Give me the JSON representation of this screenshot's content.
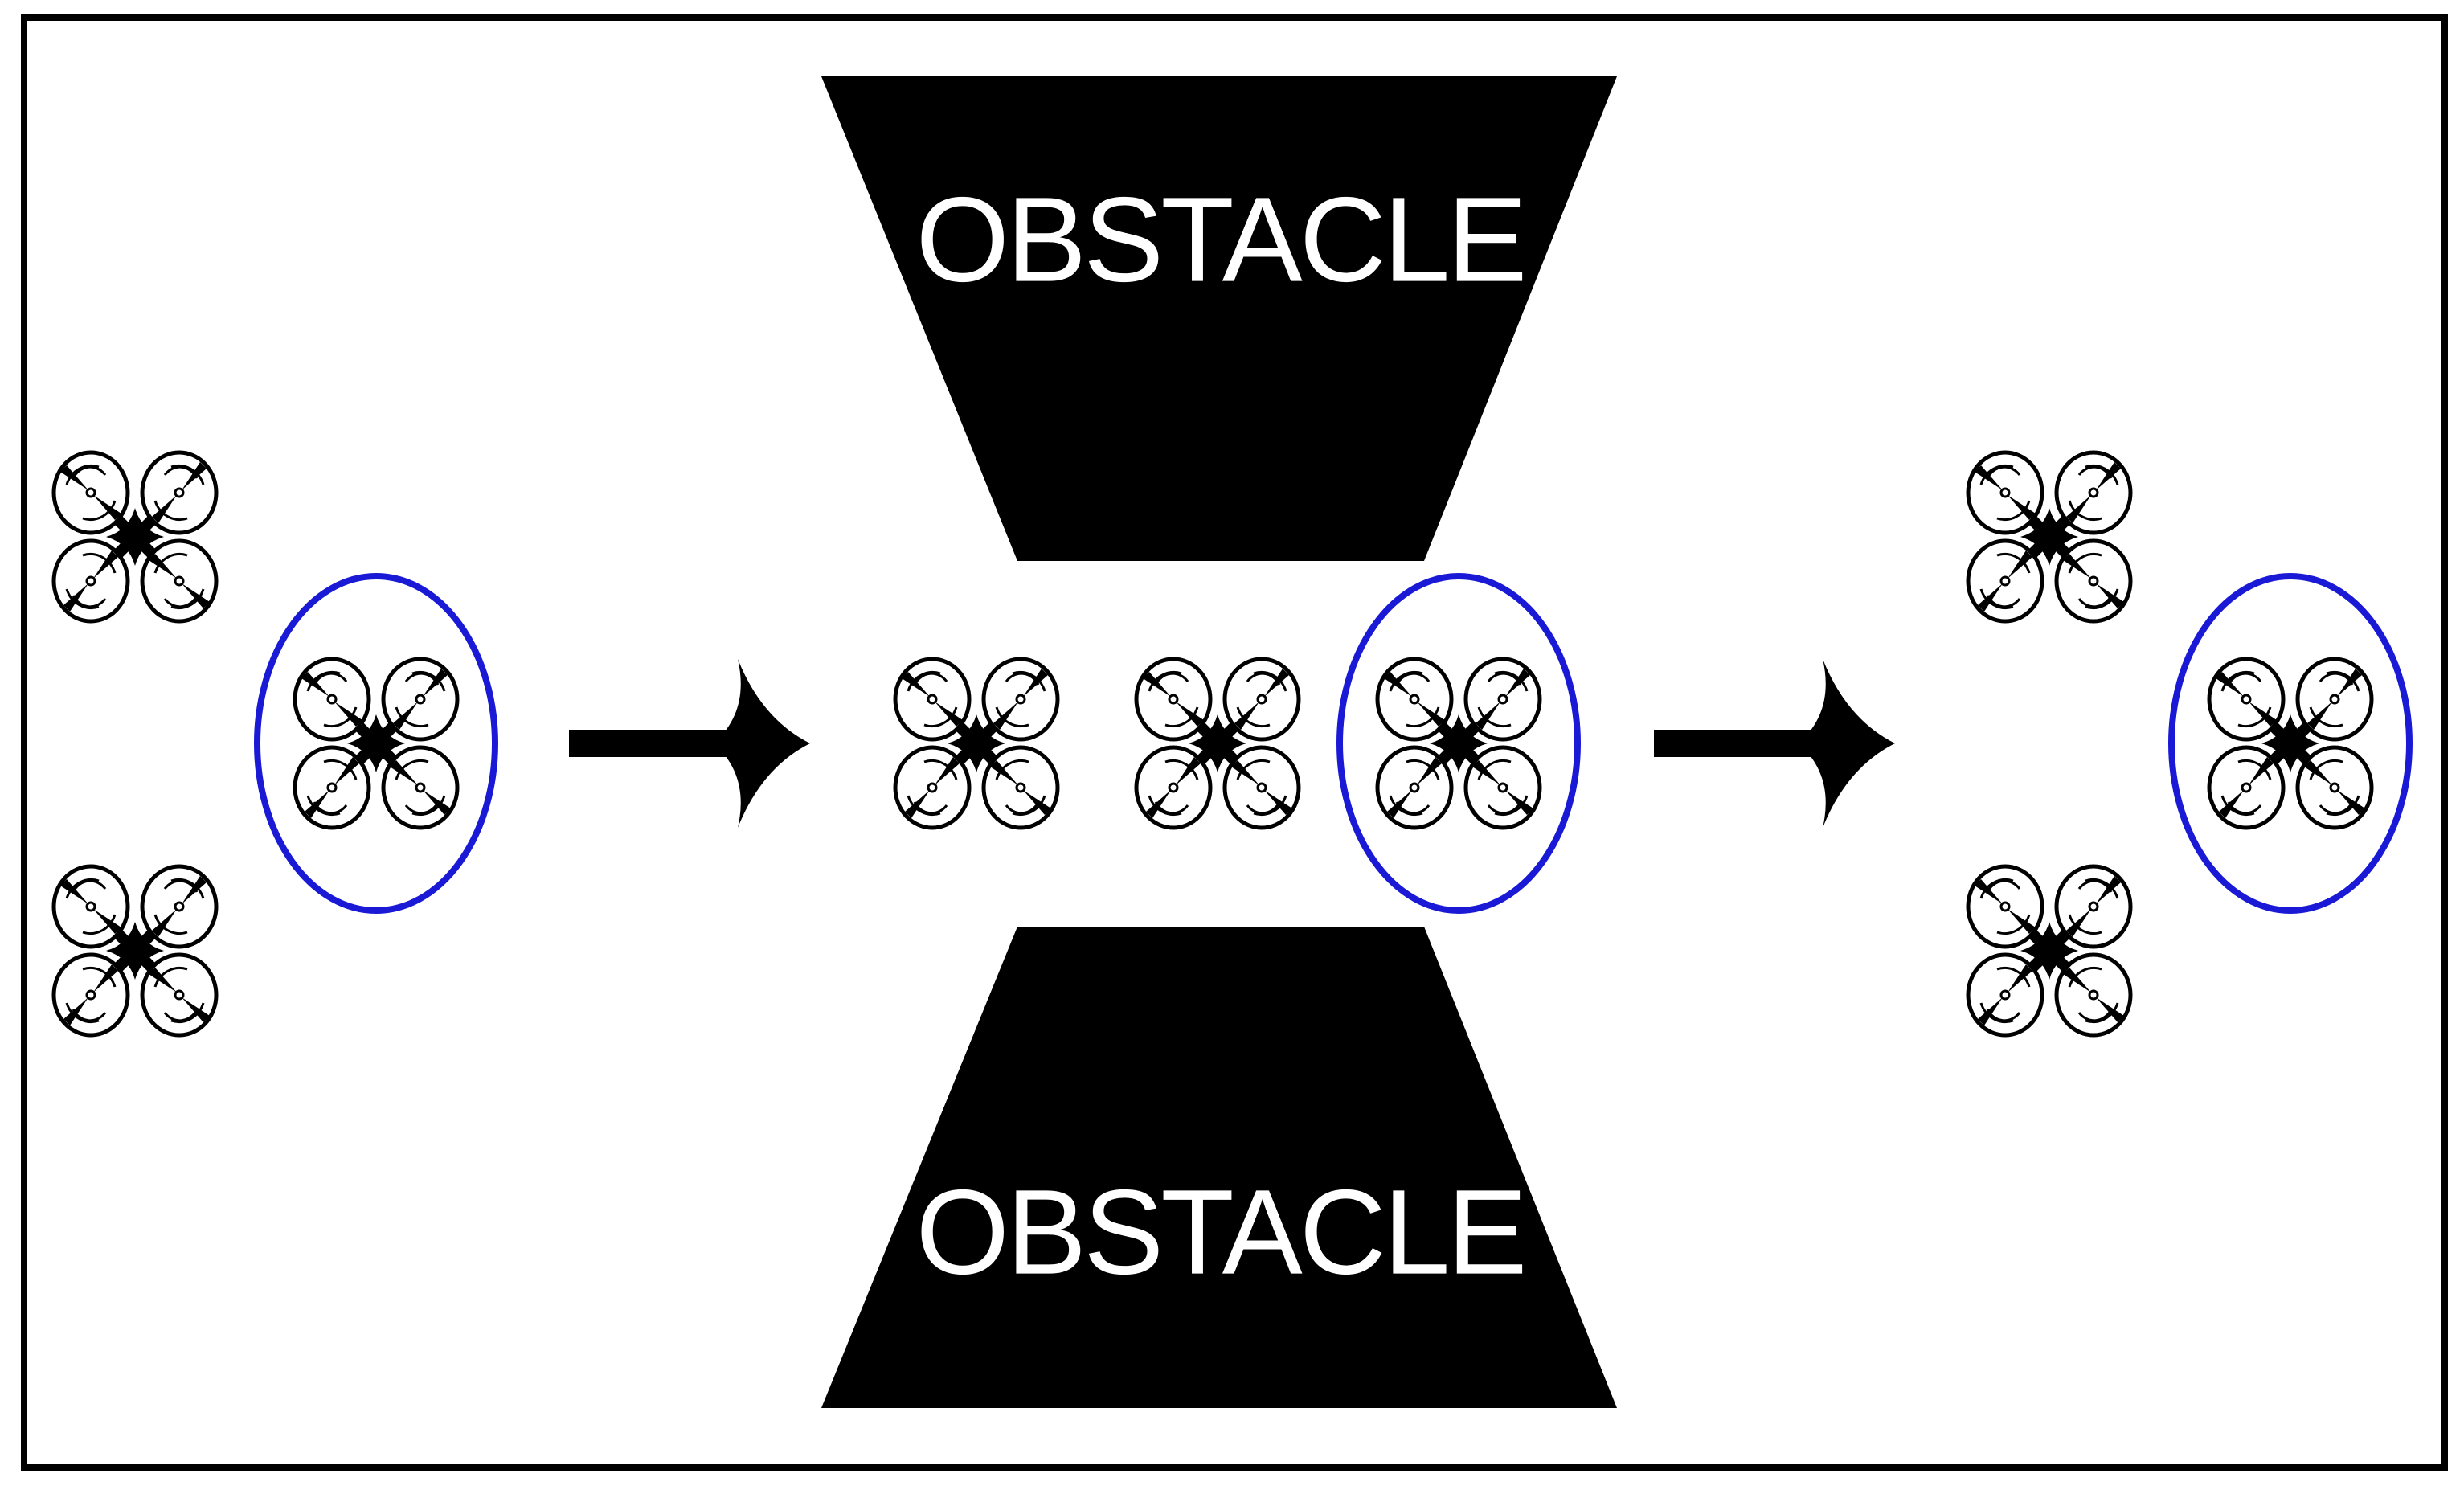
{
  "obstacles": [
    {
      "label": "OBSTACLE"
    },
    {
      "label": "OBSTACLE"
    }
  ],
  "stages": [
    {
      "name": "initial-formation",
      "drones": 3,
      "leader_highlighted": true
    },
    {
      "name": "in-line-passage",
      "drones": 3,
      "leader_highlighted": true
    },
    {
      "name": "restored-formation",
      "drones": 3,
      "leader_highlighted": true
    }
  ],
  "colors": {
    "leader_ring": "#1a1ad6",
    "obstacle": "#000000",
    "frame": "#000000",
    "background": "#ffffff"
  }
}
